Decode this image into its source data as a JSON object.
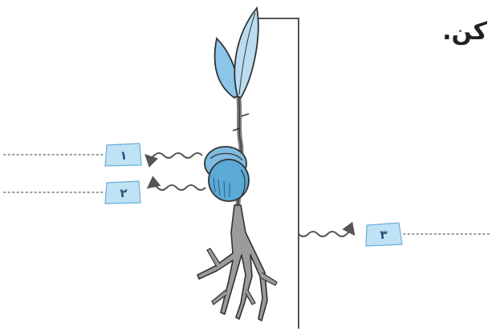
{
  "heading": {
    "text": "کن."
  },
  "labels": [
    {
      "id": "label-1",
      "text": "۱"
    },
    {
      "id": "label-2",
      "text": "۲"
    },
    {
      "id": "label-3",
      "text": "۳"
    }
  ],
  "colors": {
    "leaf_fill": "#b9dcf1",
    "leaf_stroke": "#333333",
    "cotyledon_fill": "#5aa9d6",
    "cotyledon_light": "#a6d3ee",
    "root_fill": "#9b9b9b",
    "line_color": "#555555",
    "dotted_color": "#9a9a9a",
    "label_bg": "#bfe2f5"
  }
}
